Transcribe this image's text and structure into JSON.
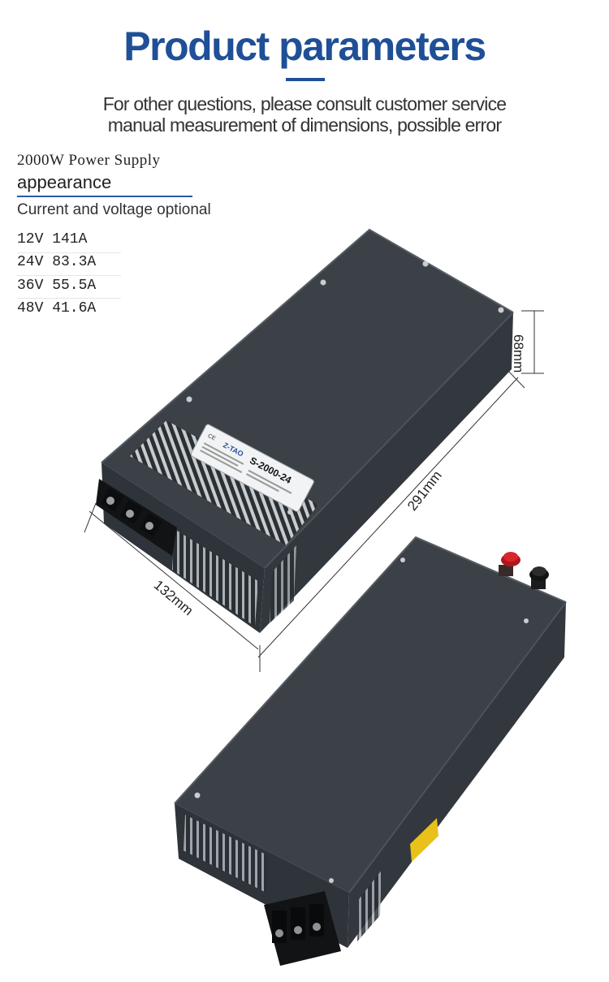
{
  "header": {
    "title": "Product parameters",
    "subtitle_line1": "For other questions, please consult customer service",
    "subtitle_line2": "manual measurement of dimensions, possible error"
  },
  "product": {
    "name": "2000W Power Supply",
    "section_label": "appearance",
    "options_label": "Current and voltage optional",
    "specs": [
      "12V 141A",
      "24V 83.3A",
      "36V 55.5A",
      "48V 41.6A"
    ],
    "model_label": "S-2000-24",
    "brand_label": "Z-TAO"
  },
  "dimensions": {
    "height": "68mm",
    "length": "291mm",
    "width": "132mm"
  },
  "colors": {
    "title_blue": "#1f4f97",
    "case_gray": "#3b4147"
  }
}
